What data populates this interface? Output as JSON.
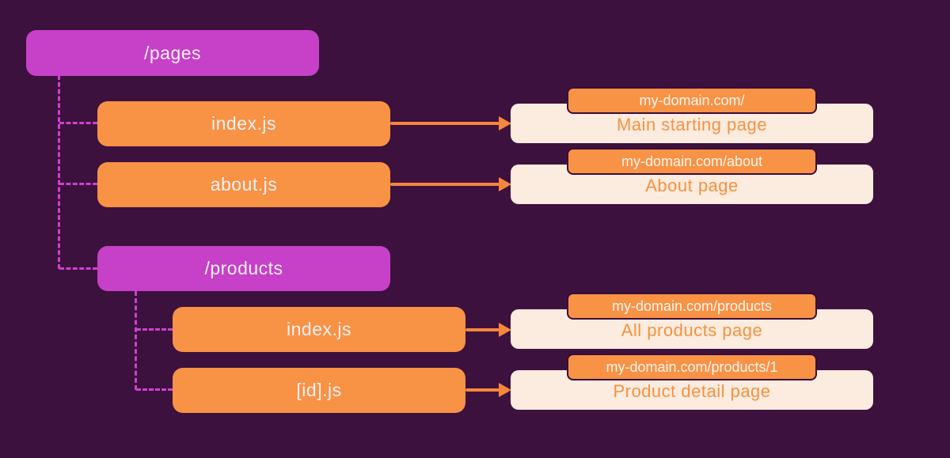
{
  "diagram": {
    "title": "pages-folder file-based routing diagram",
    "palette": {
      "background": "#3D113D",
      "folder_magenta": "#C640C8",
      "file_orange": "#F89245",
      "arrow_orange": "#F5873C",
      "card_cream": "#FCEBDF",
      "connector_magenta": "#CC42CE",
      "badge_border": "#3A0D3A",
      "node_text": "#FBF1F4",
      "card_text": "#F5923F"
    },
    "nodes": {
      "pages": {
        "label": "/pages",
        "type": "folder"
      },
      "index1": {
        "label": "index.js",
        "type": "file"
      },
      "about": {
        "label": "about.js",
        "type": "file"
      },
      "products": {
        "label": "/products",
        "type": "folder"
      },
      "index2": {
        "label": "index.js",
        "type": "file"
      },
      "id": {
        "label": "[id].js",
        "type": "file"
      }
    },
    "routes": [
      {
        "url": "my-domain.com/",
        "page": "Main starting page"
      },
      {
        "url": "my-domain.com/about",
        "page": "About page"
      },
      {
        "url": "my-domain.com/products",
        "page": "All products page"
      },
      {
        "url": "my-domain.com/products/1",
        "page": "Product detail page"
      }
    ]
  }
}
